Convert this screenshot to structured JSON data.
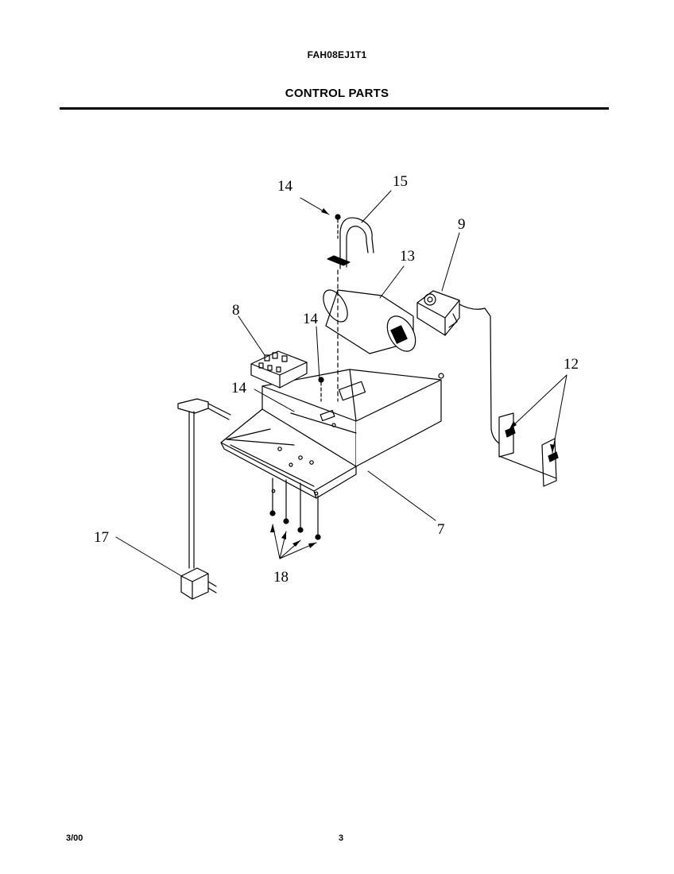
{
  "header": {
    "model": "FAH08EJ1T1",
    "title": "CONTROL PARTS"
  },
  "callouts": {
    "c7": "7",
    "c8": "8",
    "c9": "9",
    "c12": "12",
    "c13": "13",
    "c14a": "14",
    "c14b": "14",
    "c14c": "14",
    "c15": "15",
    "c17": "17",
    "c18": "18"
  },
  "footer": {
    "date": "3/00",
    "page": "3"
  }
}
